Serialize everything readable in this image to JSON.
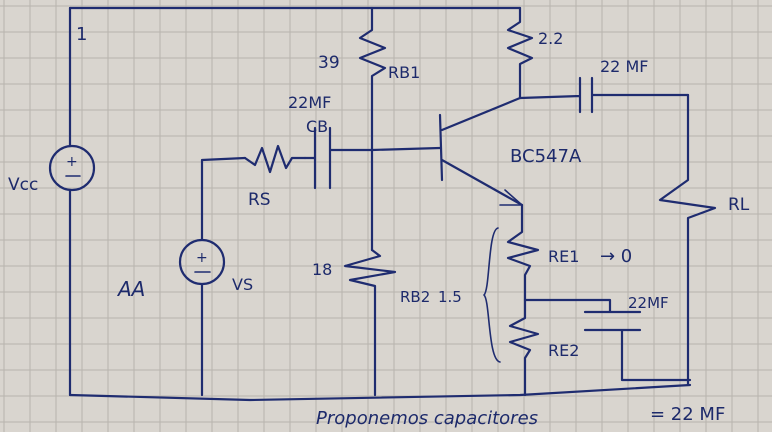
{
  "components": {
    "vcc_label": "Vcc",
    "vcc_node": "1",
    "vs_label": "VS",
    "rs_label": "RS",
    "rb1_label": "RB1",
    "rb1_value": "39",
    "rb2_label": "RB2",
    "rb2_value": "1.5",
    "rb2_node": "18",
    "rc_value": "2.2",
    "cb_label": "CB",
    "cb_value": "22MF",
    "cc_value": "22 MF",
    "ce_value": "22MF",
    "transistor_label": "BC547A",
    "re1_label": "RE1",
    "re1_note": "→ 0",
    "re2_label": "RE2",
    "rl_label": "RL",
    "source_symbol": "AA"
  },
  "footer": {
    "note_left": "Proponemos capacitores",
    "note_right": "= 22 MF"
  },
  "colors": {
    "paper": "#d9d5cf",
    "grid": "#b8b4ad",
    "ink": "#1f2c70"
  }
}
